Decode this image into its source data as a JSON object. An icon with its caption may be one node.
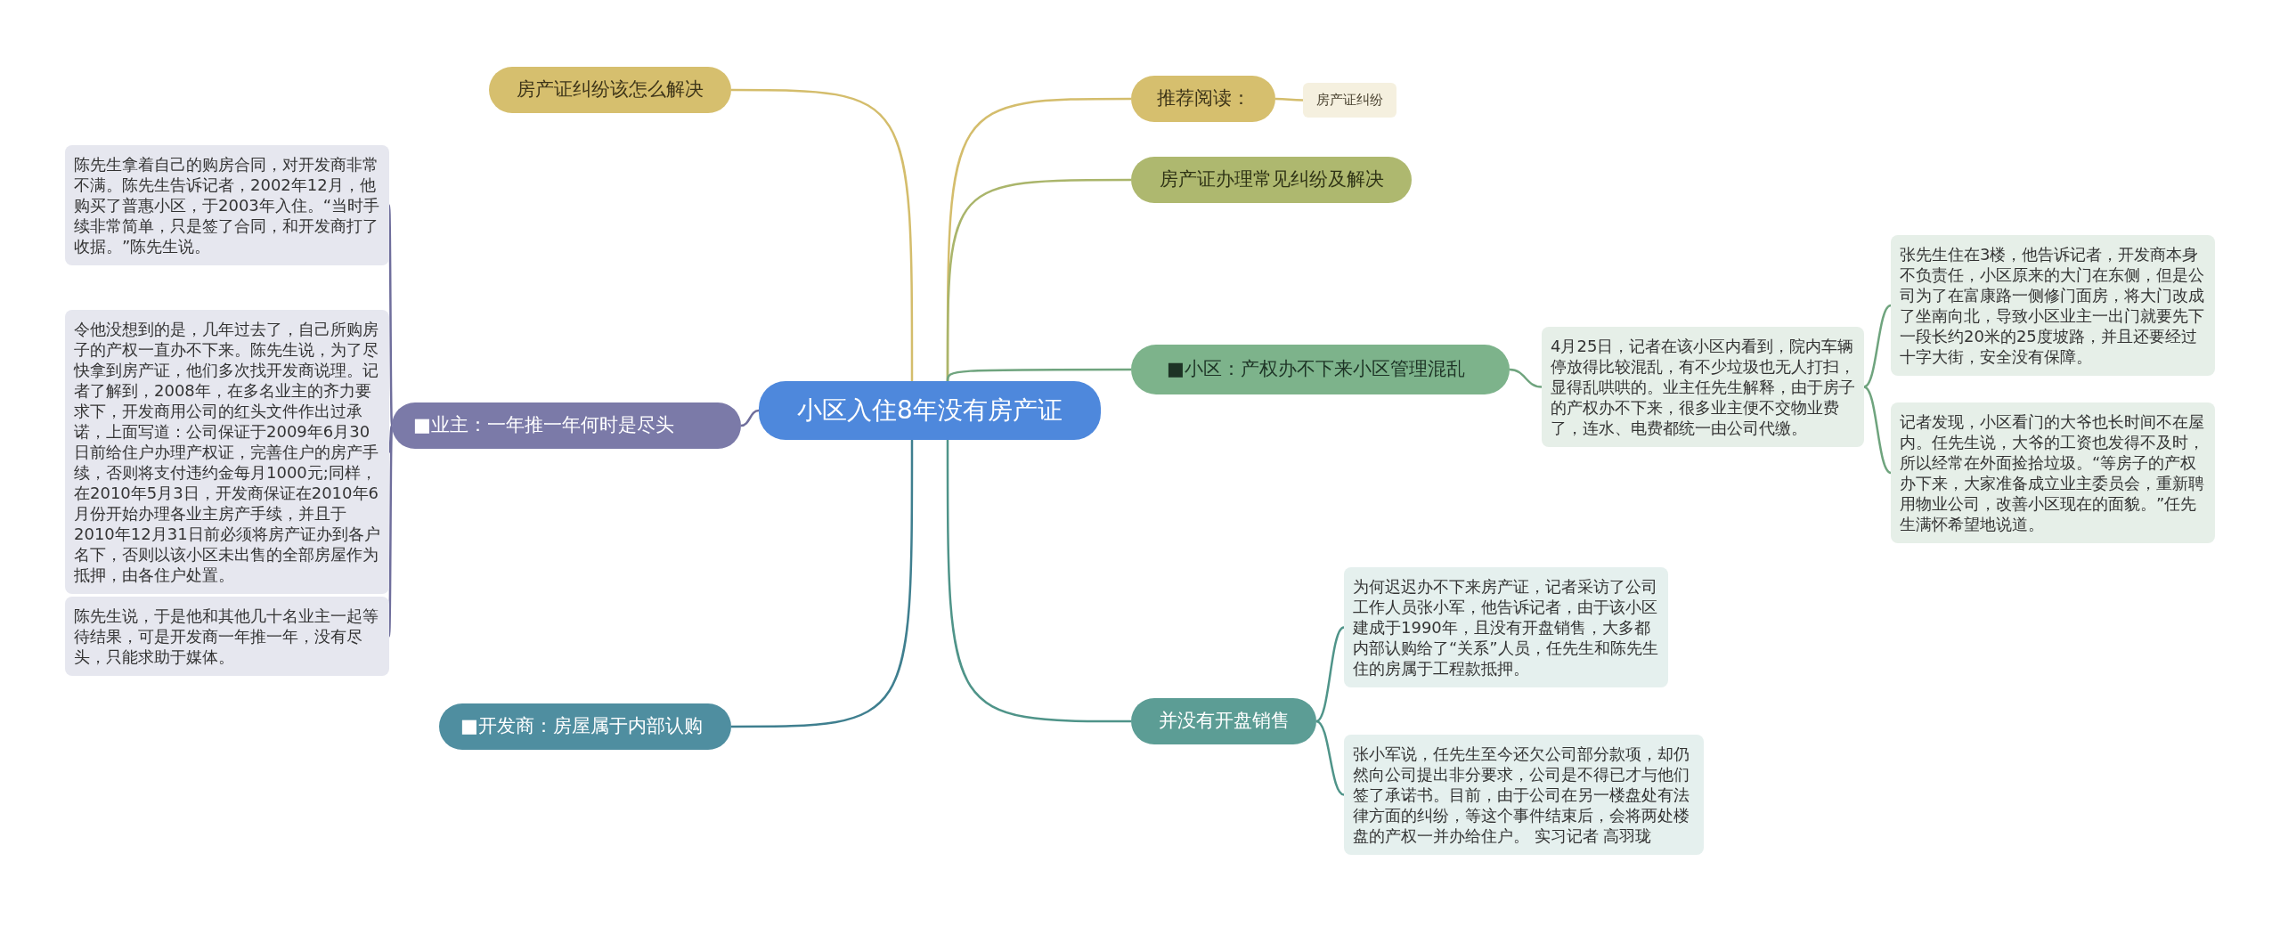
{
  "diagram": {
    "nodes": [
      {
        "text": [
          "小区入住8年没有房产证"
        ]
      },
      {
        "text": [
          "推荐阅读："
        ]
      },
      {
        "text": [
          "房产证纠纷"
        ]
      },
      {
        "text": [
          "房产证办理常见纠纷及解决"
        ]
      },
      {
        "text": [
          "■小区：产权办不下来小区管理混乱"
        ]
      },
      {
        "text": [
          "4月25日，记者在该小区内看到，院内车辆停放得比较混乱，有不少垃圾也无人打扫，显得乱哄哄的。业主任先生解释，由于房子的产权办不下来，很多业主便不交物业费了，连水、电费都统一由公司代缴。"
        ]
      },
      {
        "text": [
          "张先生住在3楼，他告诉记者，开发商本身不负责任，小区原来的大门在东侧，但是公司为了在富康路一侧修门面房，将大门改成了坐南向北，导致小区业主一出门就要先下一段长约20米的25度坡路，并且还要经过十字大街，安全没有保障。"
        ]
      },
      {
        "text": [
          "记者发现，小区看门的大爷也长时间不在屋内。任先生说，大爷的工资也发得不及时，所以经常在外面捡拾垃圾。“等房子的产权办下来，大家准备成立业主委员会，重新聘用物业公司，改善小区现在的面貌。”任先生满怀希望地说道。"
        ]
      },
      {
        "text": [
          "并没有开盘销售"
        ]
      },
      {
        "text": [
          "为何迟迟办不下来房产证，记者采访了公司工作人员张小军，他告诉记者，由于该小区建成于1990年，且没有开盘销售，大多都内部认购给了“关系”人员，任先生和陈先生住的房属于工程款抵押。"
        ]
      },
      {
        "text": [
          "张小军说，任先生至今还欠公司部分款项，却仍然向公司提出非分要求，公司是不得已才与他们签了承诺书。目前，由于公司在另一楼盘处有法律方面的纠纷，等这个事件结束后，会将两处楼盘的产权一并办给住户。 实习记者 高羽珑"
        ]
      },
      {
        "text": [
          "房产证纠纷该怎么解决"
        ]
      },
      {
        "text": [
          "■业主：一年推一年何时是尽头"
        ]
      },
      {
        "text": [
          "陈先生拿着自己的购房合同，对开发商非常不满。陈先生告诉记者，2002年12月，他购买了普惠小区，于2003年入住。“当时手续非常简单，只是签了合同，和开发商打了收据。”陈先生说。"
        ]
      },
      {
        "text": [
          "令他没想到的是，几年过去了，自己所购房子的产权一直办不下来。陈先生说，为了尽快拿到房产证，他们多次找开发商说理。记者了解到，2008年，在多名业主的齐力要求下，开发商用公司的红头文件作出过承诺，上面写道：公司保证于2009年6月30日前给住户办理产权证，完善住户的房产手续，否则将支付违约金每月1000元;同样，在2010年5月3日，开发商保证在2010年6月份开始办理各业主房产手续，并且于2010年12月31日前必须将房产证办到各户名下，否则以该小区未出售的全部房屋作为抵押，由各住户处置。"
        ]
      },
      {
        "text": [
          "陈先生说，于是他和其他几十名业主一起等待结果，可是开发商一年推一年，没有尽头，只能求助于媒体。"
        ]
      },
      {
        "text": [
          "■开发商：房屋属于内部认购"
        ]
      }
    ],
    "edges": [
      {
        "from": 0,
        "to": 1,
        "arrow": "none",
        "color": "#d4bd6c"
      },
      {
        "from": 1,
        "to": 2,
        "arrow": "none",
        "color": "#d4bd6c"
      },
      {
        "from": 0,
        "to": 3,
        "arrow": "none",
        "color": "#aab56b"
      },
      {
        "from": 0,
        "to": 4,
        "arrow": "none",
        "color": "#6fa47e"
      },
      {
        "from": 4,
        "to": 5,
        "arrow": "none",
        "color": "#6fa47e"
      },
      {
        "from": 5,
        "to": 6,
        "arrow": "none",
        "color": "#6fa47e"
      },
      {
        "from": 5,
        "to": 7,
        "arrow": "none",
        "color": "#6fa47e"
      },
      {
        "from": 0,
        "to": 8,
        "arrow": "none",
        "color": "#4f9489"
      },
      {
        "from": 8,
        "to": 9,
        "arrow": "none",
        "color": "#4f9489"
      },
      {
        "from": 8,
        "to": 10,
        "arrow": "none",
        "color": "#4f9489"
      },
      {
        "from": 0,
        "to": 11,
        "arrow": "none",
        "color": "#d4bd6c"
      },
      {
        "from": 0,
        "to": 12,
        "arrow": "none",
        "color": "#6f6e9c"
      },
      {
        "from": 12,
        "to": 13,
        "arrow": "none",
        "color": "#6f6e9c"
      },
      {
        "from": 12,
        "to": 14,
        "arrow": "none",
        "color": "#6f6e9c"
      },
      {
        "from": 12,
        "to": 15,
        "arrow": "none",
        "color": "#6f6e9c"
      },
      {
        "from": 0,
        "to": 16,
        "arrow": "none",
        "color": "#3f7f8f"
      }
    ]
  }
}
